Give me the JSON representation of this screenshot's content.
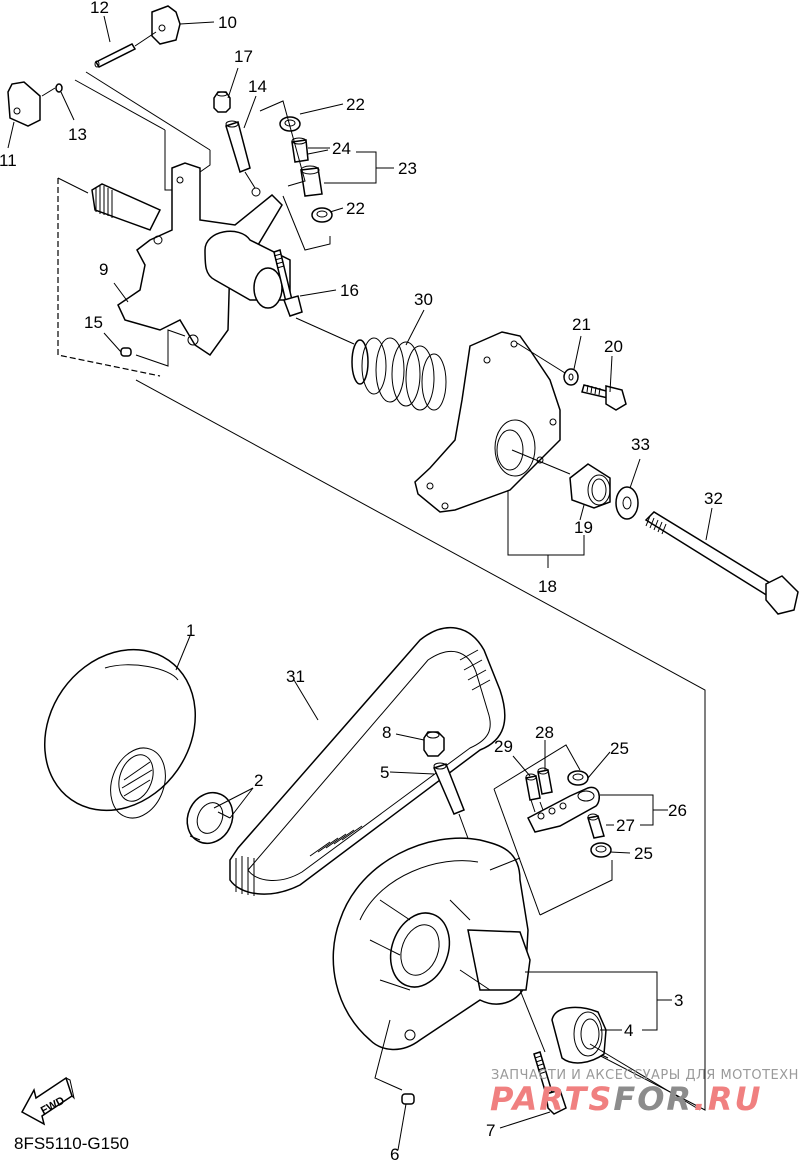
{
  "diagram": {
    "code": "8FS5110-G150",
    "fwd_label": "FWD",
    "callouts": [
      {
        "id": "c1",
        "text": "1"
      },
      {
        "id": "c2",
        "text": "2"
      },
      {
        "id": "c3",
        "text": "3"
      },
      {
        "id": "c4",
        "text": "4"
      },
      {
        "id": "c5",
        "text": "5"
      },
      {
        "id": "c6",
        "text": "6"
      },
      {
        "id": "c7",
        "text": "7"
      },
      {
        "id": "c8",
        "text": "8"
      },
      {
        "id": "c9",
        "text": "9"
      },
      {
        "id": "c10",
        "text": "10"
      },
      {
        "id": "c11",
        "text": "11"
      },
      {
        "id": "c12",
        "text": "12"
      },
      {
        "id": "c13",
        "text": "13"
      },
      {
        "id": "c14",
        "text": "14"
      },
      {
        "id": "c15",
        "text": "15"
      },
      {
        "id": "c16",
        "text": "16"
      },
      {
        "id": "c17",
        "text": "17"
      },
      {
        "id": "c18",
        "text": "18"
      },
      {
        "id": "c19",
        "text": "19"
      },
      {
        "id": "c20",
        "text": "20"
      },
      {
        "id": "c21",
        "text": "21"
      },
      {
        "id": "c22a",
        "text": "22"
      },
      {
        "id": "c22b",
        "text": "22"
      },
      {
        "id": "c23",
        "text": "23"
      },
      {
        "id": "c24",
        "text": "24"
      },
      {
        "id": "c25a",
        "text": "25"
      },
      {
        "id": "c25b",
        "text": "25"
      },
      {
        "id": "c26",
        "text": "26"
      },
      {
        "id": "c27",
        "text": "27"
      },
      {
        "id": "c28",
        "text": "28"
      },
      {
        "id": "c29",
        "text": "29"
      },
      {
        "id": "c30",
        "text": "30"
      },
      {
        "id": "c31",
        "text": "31"
      },
      {
        "id": "c32",
        "text": "32"
      },
      {
        "id": "c33",
        "text": "33"
      }
    ]
  },
  "watermark": {
    "tagline": "ЗАПЧАСТИ И АКСЕССУАРЫ ДЛЯ МОТОТЕХНИКИ",
    "brand_part1": "PARTS",
    "brand_part2": "FOR",
    "brand_part3": ".RU",
    "color_red": "#f08080",
    "color_gray": "#8c8c8c"
  }
}
